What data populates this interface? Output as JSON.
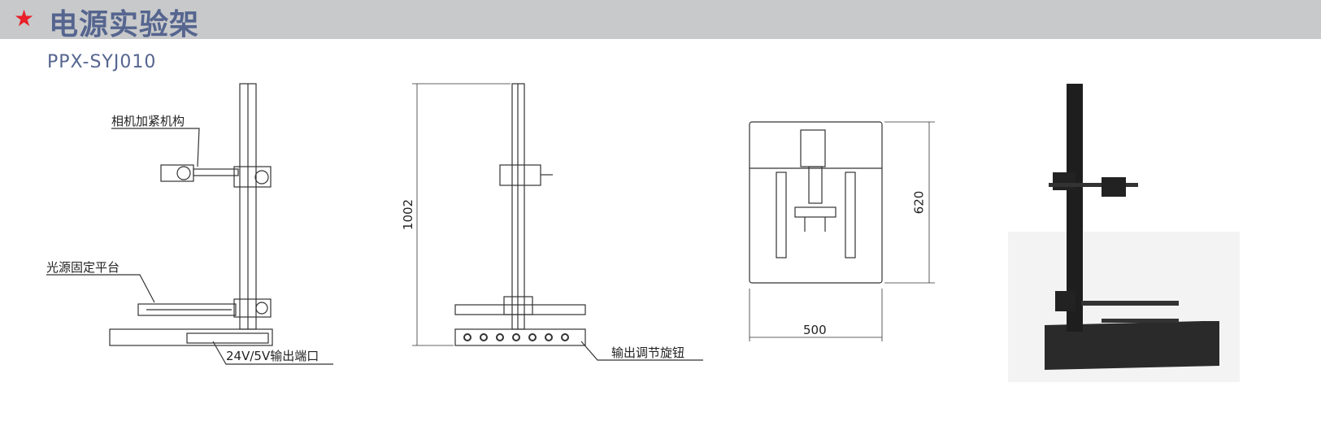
{
  "header": {
    "icon": "star-icon",
    "title": "电源实验架",
    "accent": "#e8202a",
    "title_color": "#55658f"
  },
  "model": "PPX-SYJ010",
  "side_view": {
    "labels": [
      "相机加紧机构",
      "光源固定平台",
      "24V/5V输出端口"
    ]
  },
  "front_view": {
    "height_dim": "1002",
    "label": "输出调节旋钮"
  },
  "top_view": {
    "depth_dim": "620",
    "width_dim": "500"
  }
}
